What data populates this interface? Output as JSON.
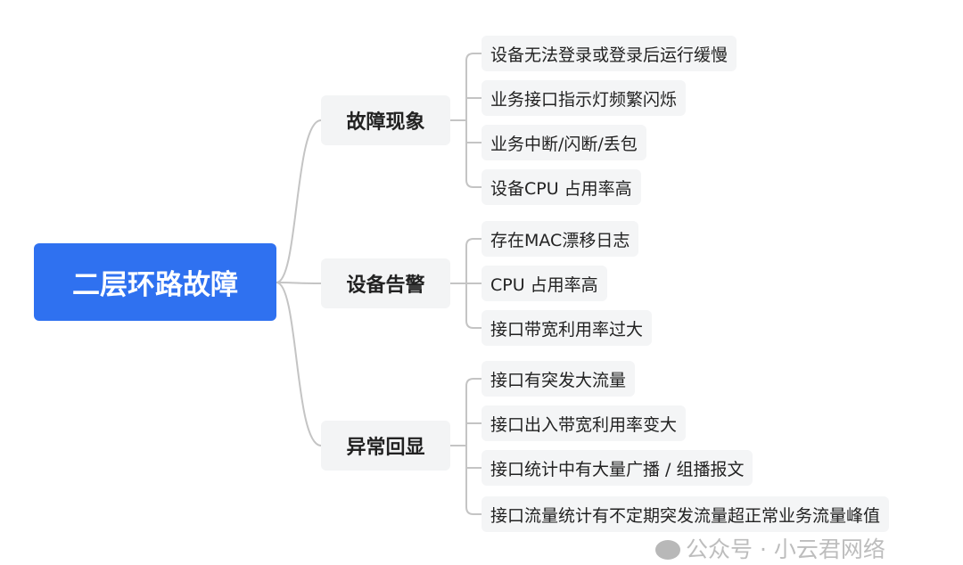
{
  "root": {
    "label": "二层环路故障",
    "color": "#2f71f0"
  },
  "branches": [
    {
      "label": "故障现象",
      "children": [
        "设备无法登录或登录后运行缓慢",
        "业务接口指示灯频繁闪烁",
        "业务中断/闪断/丢包",
        "设备CPU 占用率高"
      ]
    },
    {
      "label": "设备告警",
      "children": [
        " 存在MAC漂移日志",
        "CPU 占用率高",
        "接口带宽利用率过大"
      ]
    },
    {
      "label": "异常回显",
      "children": [
        "接口有突发大流量",
        "接口出入带宽利用率变大",
        "接口统计中有大量广播 / 组播报文",
        "接口流量统计有不定期突发流量超正常业务流量峰值"
      ]
    }
  ],
  "watermark": "公众号 · 小云君网络"
}
